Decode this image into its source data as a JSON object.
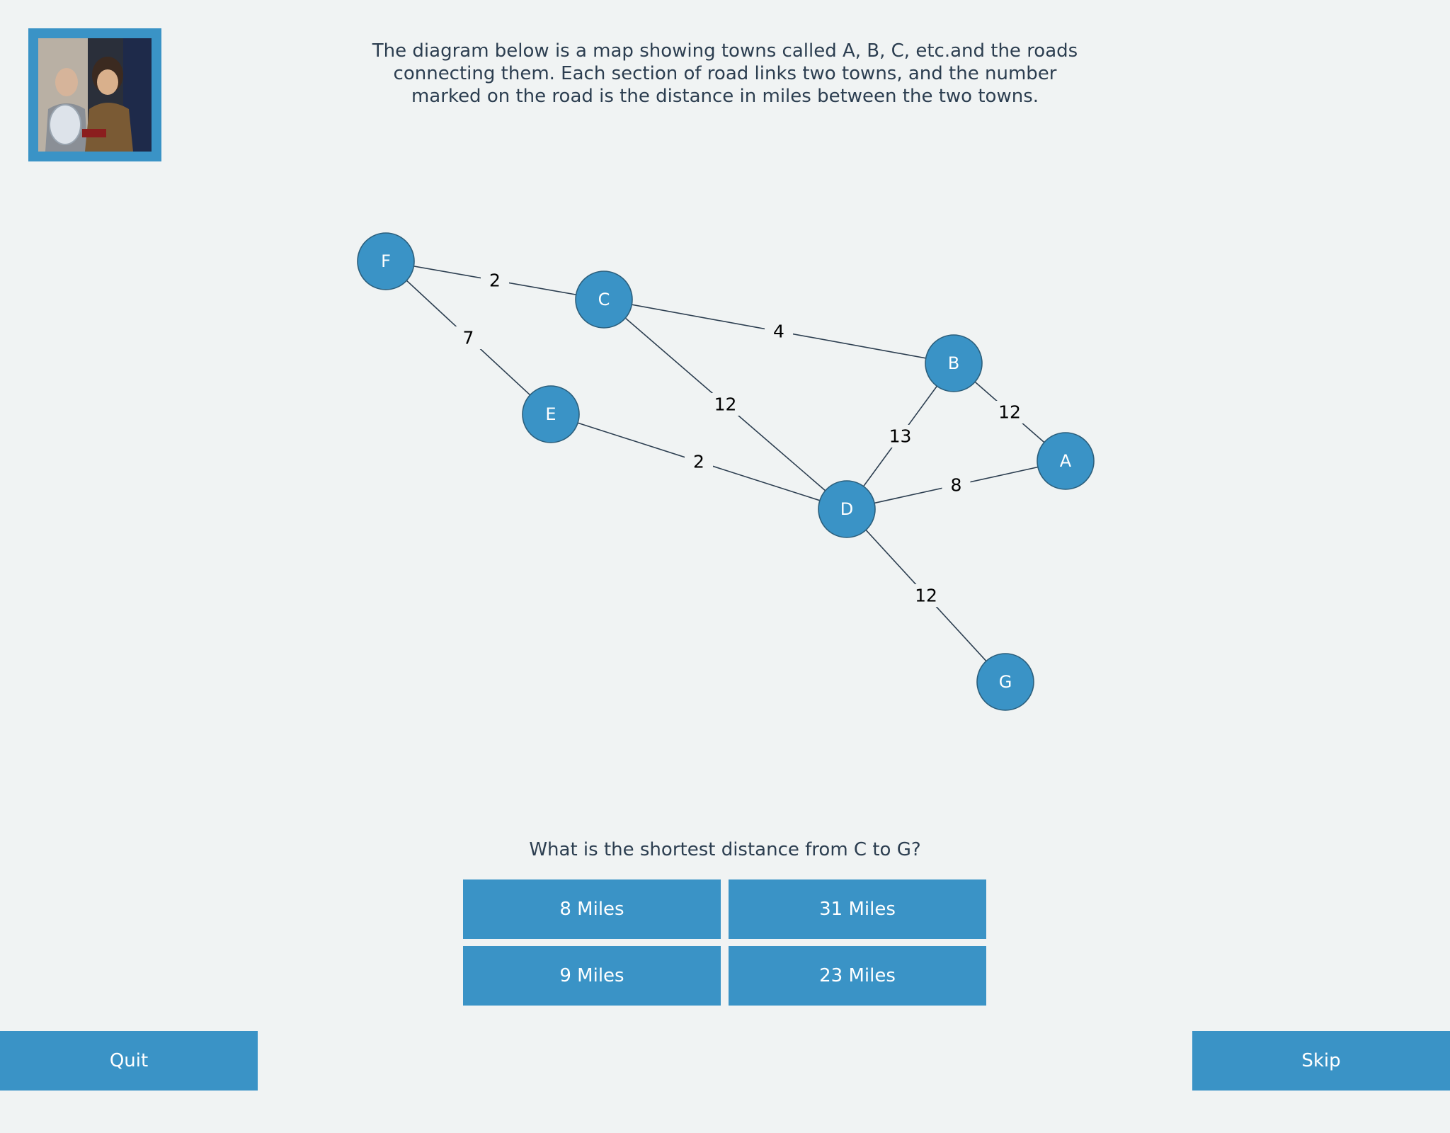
{
  "intro": {
    "line1": "The diagram below is a map showing towns called A, B, C, etc.and the roads",
    "line2": "connecting them. Each section of road links two towns, and the number",
    "line3": "marked on the road is the distance in miles between the two towns."
  },
  "graph": {
    "nodes": [
      {
        "id": "F",
        "label": "F"
      },
      {
        "id": "C",
        "label": "C"
      },
      {
        "id": "B",
        "label": "B"
      },
      {
        "id": "E",
        "label": "E"
      },
      {
        "id": "A",
        "label": "A"
      },
      {
        "id": "D",
        "label": "D"
      },
      {
        "id": "G",
        "label": "G"
      }
    ],
    "edges": [
      {
        "from": "F",
        "to": "C",
        "weight": "2"
      },
      {
        "from": "F",
        "to": "E",
        "weight": "7"
      },
      {
        "from": "C",
        "to": "B",
        "weight": "4"
      },
      {
        "from": "C",
        "to": "D",
        "weight": "12"
      },
      {
        "from": "E",
        "to": "D",
        "weight": "2"
      },
      {
        "from": "B",
        "to": "D",
        "weight": "13"
      },
      {
        "from": "B",
        "to": "A",
        "weight": "12"
      },
      {
        "from": "D",
        "to": "A",
        "weight": "8"
      },
      {
        "from": "D",
        "to": "G",
        "weight": "12"
      }
    ]
  },
  "question": "What is the shortest distance from C to G?",
  "answers": [
    "8 Miles",
    "31 Miles",
    "9 Miles",
    "23 Miles"
  ],
  "buttons": {
    "quit": "Quit",
    "skip": "Skip"
  },
  "colors": {
    "accent": "#3a93c6",
    "background": "#f0f3f3",
    "text": "#2c3e50"
  }
}
